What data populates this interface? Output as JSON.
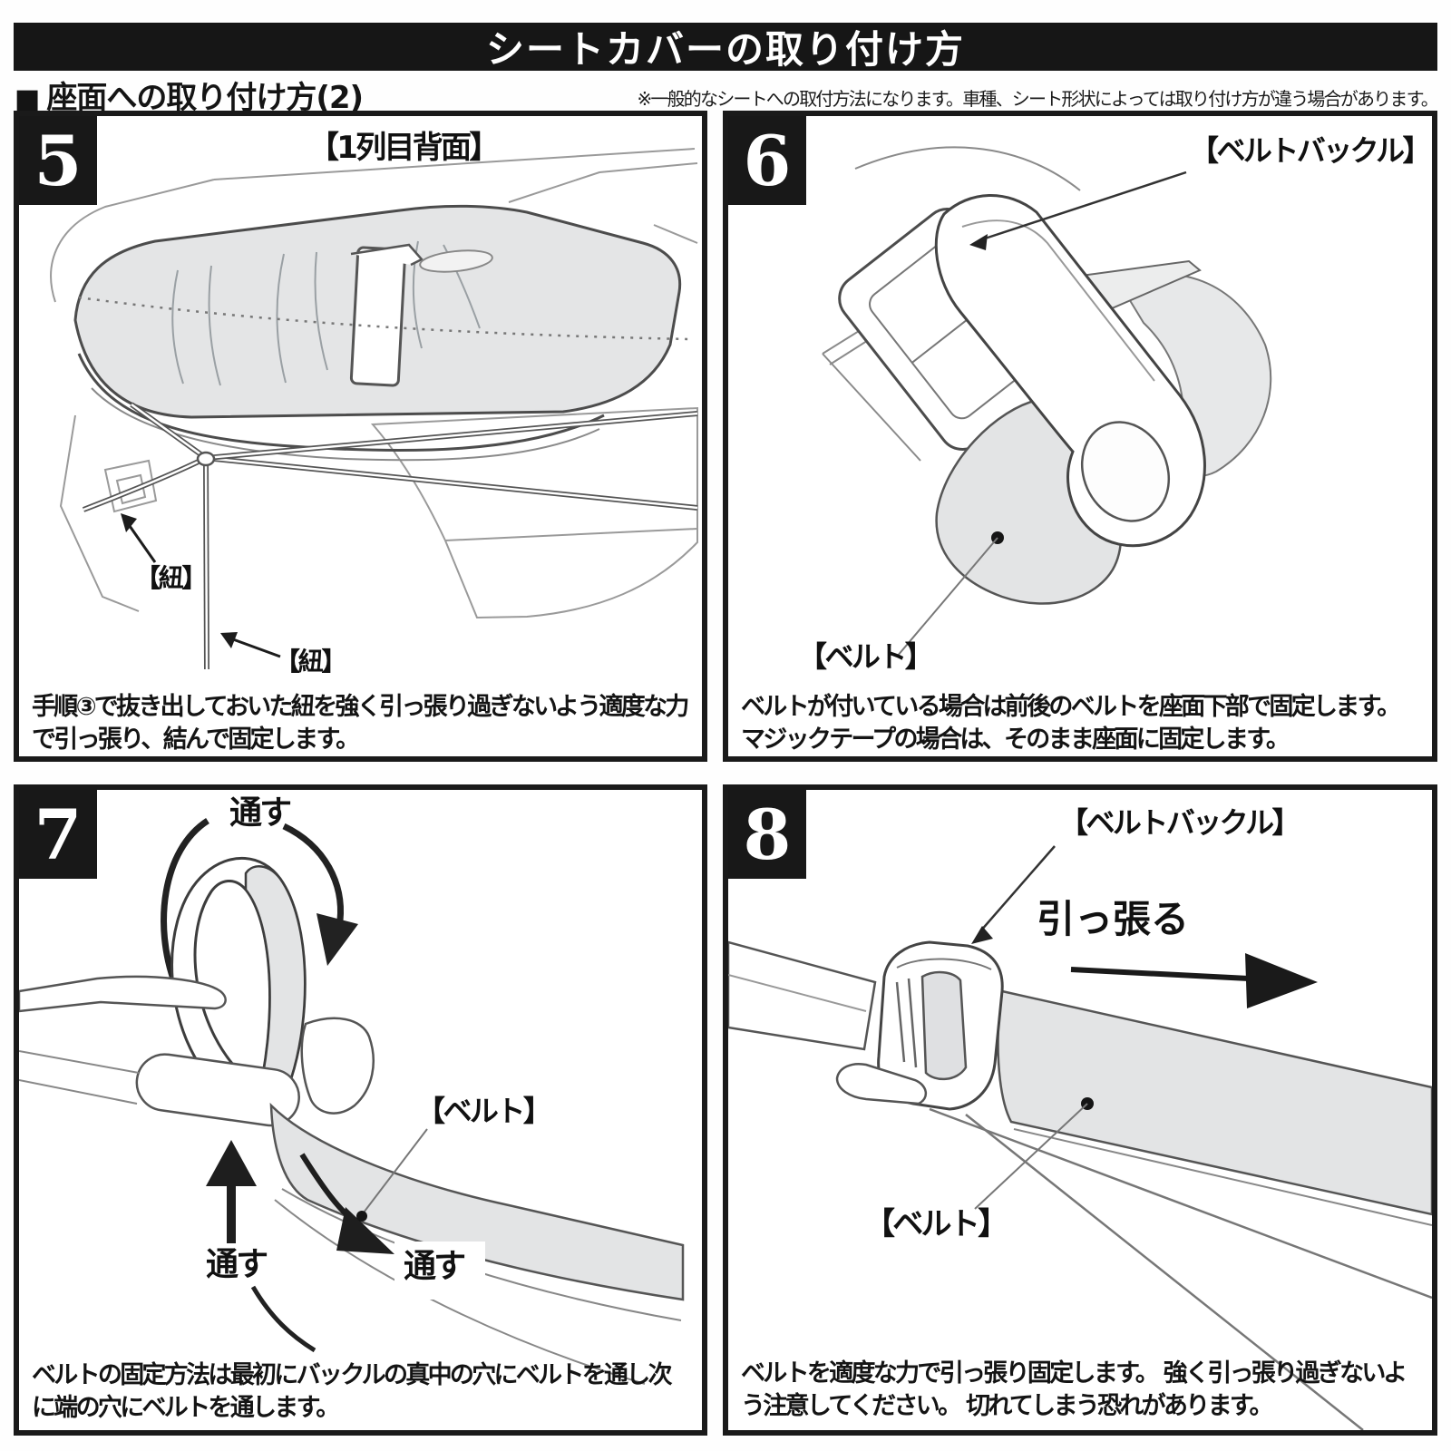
{
  "header": {
    "title": "シートカバーの取り付け方",
    "section_marker": "■",
    "section_heading": "座面への取り付け方(2)",
    "note": "※一般的なシートへの取付方法になります。車種、シート形状によっては取り付け方が違う場合があります。"
  },
  "panels": [
    {
      "number": "5",
      "labels": {
        "location": "【1列目背面】",
        "cord_a": "【紐】",
        "cord_b": "【紐】"
      },
      "caption": "手順③で抜き出しておいた紐を強く引っ張り過ぎないよう適度な力で引っ張り、結んで固定します。"
    },
    {
      "number": "6",
      "labels": {
        "buckle": "【ベルトバックル】",
        "belt": "【ベルト】"
      },
      "caption": "ベルトが付いている場合は前後のベルトを座面下部で固定します。マジックテープの場合は、そのまま座面に固定します。"
    },
    {
      "number": "7",
      "labels": {
        "pass_top": "通す",
        "pass_left": "通す",
        "pass_right": "通す",
        "belt": "【ベルト】"
      },
      "caption": "ベルトの固定方法は最初にバックルの真中の穴にベルトを通し次に端の穴にベルトを通します。"
    },
    {
      "number": "8",
      "labels": {
        "buckle": "【ベルトバックル】",
        "pull": "引っ張る",
        "belt": "【ベルト】"
      },
      "caption": "ベルトを適度な力で引っ張り固定します。 強く引っ張り過ぎないよう注意してください。 切れてしまう恐れがあります。"
    }
  ],
  "colors": {
    "header_bg": "#161616",
    "header_text": "#ffffff",
    "panel_border": "#1a1a1a",
    "illustration_gray": "#e3e4e5",
    "ink": "#141414"
  }
}
